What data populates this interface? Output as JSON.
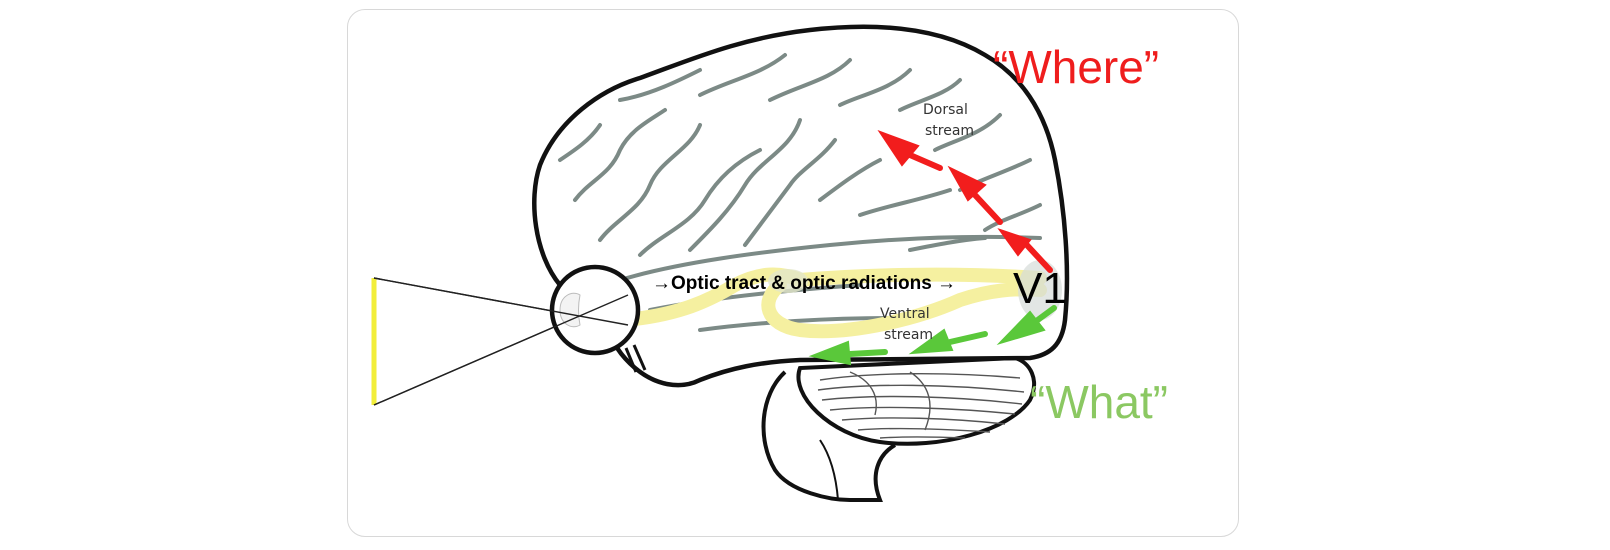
{
  "labels": {
    "where": "“Where”",
    "what": "“What”",
    "dorsal_line1": "Dorsal",
    "dorsal_line2": "stream",
    "ventral_line1": "Ventral",
    "ventral_line2": "stream",
    "v1": "V1",
    "optic": "→Optic tract & optic radiations →"
  },
  "colors": {
    "dorsal": "#f21d1d",
    "ventral": "#5ac83a",
    "where_text": "#ef1d1d",
    "what_text": "#8bc862",
    "pathway": "#f5f0a0",
    "visual_field": "#f2ee3a",
    "sulci": "#7c8a86",
    "outline": "#111111"
  },
  "icons": [
    "brain-outline",
    "eye-icon",
    "dorsal-arrow-icon",
    "ventral-arrow-icon"
  ]
}
